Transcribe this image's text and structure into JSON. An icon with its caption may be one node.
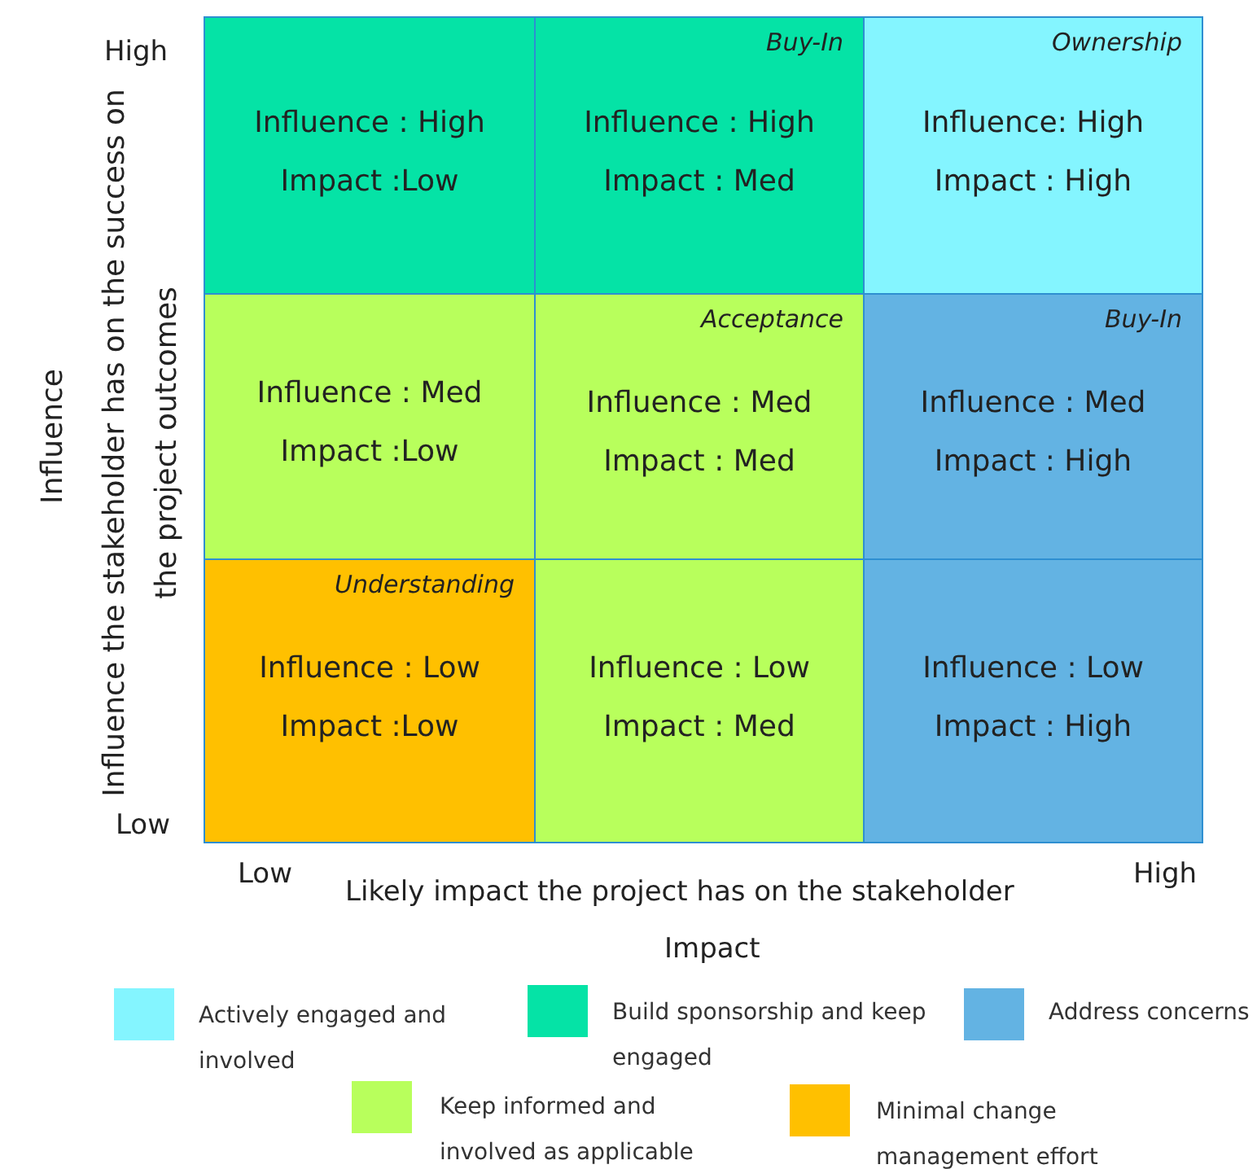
{
  "diagram": {
    "nodes": [
      {
        "text": [
          "Influence : High",
          "Impact :Low"
        ]
      },
      {
        "text": [
          "Buy-In",
          "Influence : High",
          "Impact : Med"
        ]
      },
      {
        "text": [
          "Ownership",
          "Influence: High",
          "Impact : High"
        ]
      },
      {
        "text": [
          "Influence : Med",
          "Impact :Low"
        ]
      },
      {
        "text": [
          "Acceptance",
          "Influence : Med",
          "Impact : Med"
        ]
      },
      {
        "text": [
          "Buy-In",
          "Influence : Med",
          "Impact : High"
        ]
      },
      {
        "text": [
          "Understanding",
          "Influence : Low",
          "Impact :Low"
        ]
      },
      {
        "text": [
          "Influence : Low",
          "Impact : Med"
        ]
      },
      {
        "text": [
          "Influence : Low",
          "Impact : High"
        ]
      }
    ],
    "labels": [
      "High",
      "Influence",
      "Influence the stakeholder has on the success on the project outcomes",
      "Low",
      "Low",
      "Likely impact the project has on the stakeholder",
      "High",
      "Impact"
    ],
    "legend": [
      {
        "text": "Actively engaged and involved",
        "color": "#84f5ff"
      },
      {
        "text": "Build sponsorship and keep engaged",
        "color": "#05e3a6"
      },
      {
        "text": "Address concerns",
        "color": "#63b3e3"
      },
      {
        "text": "Keep informed and involved as applicable",
        "color": "#b8ff5c"
      },
      {
        "text": "Minimal change management effort",
        "color": "#ffc000"
      }
    ]
  }
}
